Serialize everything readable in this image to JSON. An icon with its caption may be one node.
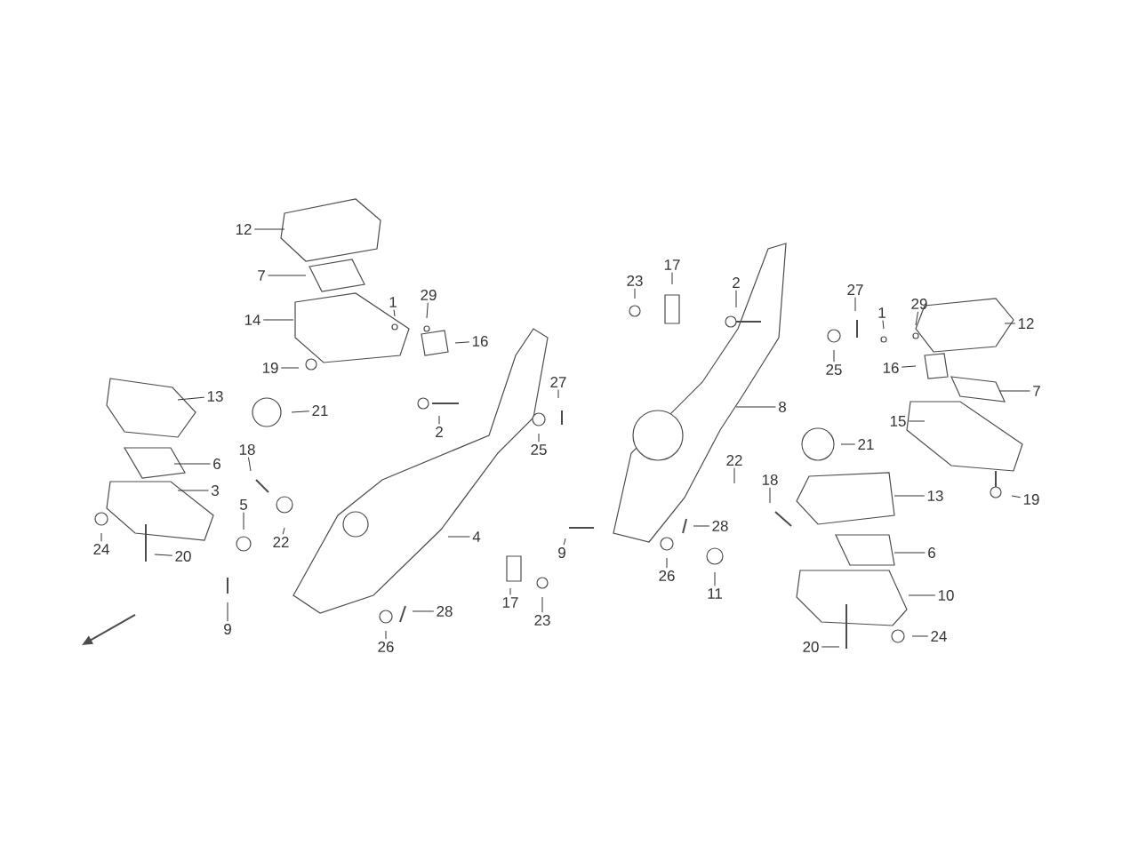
{
  "diagram": {
    "nodes": [
      {
        "text": [
          "12"
        ]
      },
      {
        "text": [
          "7"
        ]
      },
      {
        "text": [
          "14"
        ]
      },
      {
        "text": [
          "1"
        ]
      },
      {
        "text": [
          "29"
        ]
      },
      {
        "text": [
          "16"
        ]
      },
      {
        "text": [
          "19"
        ]
      },
      {
        "text": [
          "13"
        ]
      },
      {
        "text": [
          "21"
        ]
      },
      {
        "text": [
          "2"
        ]
      },
      {
        "text": [
          "27"
        ]
      },
      {
        "text": [
          "25"
        ]
      },
      {
        "text": [
          "6"
        ]
      },
      {
        "text": [
          "18"
        ]
      },
      {
        "text": [
          "3"
        ]
      },
      {
        "text": [
          "5"
        ]
      },
      {
        "text": [
          "22"
        ]
      },
      {
        "text": [
          "4"
        ]
      },
      {
        "text": [
          "24"
        ]
      },
      {
        "text": [
          "20"
        ]
      },
      {
        "text": [
          "9"
        ]
      },
      {
        "text": [
          "17"
        ]
      },
      {
        "text": [
          "23"
        ]
      },
      {
        "text": [
          "9"
        ]
      },
      {
        "text": [
          "28"
        ]
      },
      {
        "text": [
          "26"
        ]
      },
      {
        "text": [
          "23"
        ]
      },
      {
        "text": [
          "17"
        ]
      },
      {
        "text": [
          "2"
        ]
      },
      {
        "text": [
          "27"
        ]
      },
      {
        "text": [
          "25"
        ]
      },
      {
        "text": [
          "1"
        ]
      },
      {
        "text": [
          "29"
        ]
      },
      {
        "text": [
          "12"
        ]
      },
      {
        "text": [
          "16"
        ]
      },
      {
        "text": [
          "7"
        ]
      },
      {
        "text": [
          "8"
        ]
      },
      {
        "text": [
          "15"
        ]
      },
      {
        "text": [
          "21"
        ]
      },
      {
        "text": [
          "22"
        ]
      },
      {
        "text": [
          "18"
        ]
      },
      {
        "text": [
          "13"
        ]
      },
      {
        "text": [
          "19"
        ]
      },
      {
        "text": [
          "28"
        ]
      },
      {
        "text": [
          "6"
        ]
      },
      {
        "text": [
          "26"
        ]
      },
      {
        "text": [
          "10"
        ]
      },
      {
        "text": [
          "11"
        ]
      },
      {
        "text": [
          "24"
        ]
      },
      {
        "text": [
          "20"
        ]
      }
    ],
    "edges": [
      {
        "from": 0,
        "to": null,
        "arrow": "none"
      },
      {
        "from": 1,
        "to": null,
        "arrow": "none"
      },
      {
        "from": 2,
        "to": null,
        "arrow": "none"
      },
      {
        "from": 3,
        "to": null,
        "arrow": "none"
      },
      {
        "from": 4,
        "to": null,
        "arrow": "none"
      },
      {
        "from": 5,
        "to": null,
        "arrow": "none"
      },
      {
        "from": 6,
        "to": null,
        "arrow": "none"
      },
      {
        "from": 7,
        "to": null,
        "arrow": "none"
      },
      {
        "from": 8,
        "to": null,
        "arrow": "none"
      },
      {
        "from": 9,
        "to": null,
        "arrow": "none"
      },
      {
        "from": 10,
        "to": null,
        "arrow": "none"
      },
      {
        "from": 11,
        "to": null,
        "arrow": "none"
      },
      {
        "from": 12,
        "to": null,
        "arrow": "none"
      },
      {
        "from": 13,
        "to": null,
        "arrow": "none"
      },
      {
        "from": 14,
        "to": null,
        "arrow": "none"
      },
      {
        "from": 15,
        "to": null,
        "arrow": "none"
      },
      {
        "from": 16,
        "to": null,
        "arrow": "none"
      },
      {
        "from": 17,
        "to": null,
        "arrow": "none"
      },
      {
        "from": 18,
        "to": null,
        "arrow": "none"
      },
      {
        "from": 19,
        "to": null,
        "arrow": "none"
      },
      {
        "from": 20,
        "to": null,
        "arrow": "none"
      },
      {
        "from": 21,
        "to": null,
        "arrow": "none"
      },
      {
        "from": 22,
        "to": null,
        "arrow": "none"
      },
      {
        "from": 23,
        "to": null,
        "arrow": "none"
      },
      {
        "from": 24,
        "to": null,
        "arrow": "none"
      },
      {
        "from": 25,
        "to": null,
        "arrow": "none"
      },
      {
        "from": 26,
        "to": null,
        "arrow": "none"
      },
      {
        "from": 27,
        "to": null,
        "arrow": "none"
      },
      {
        "from": 28,
        "to": null,
        "arrow": "none"
      },
      {
        "from": 29,
        "to": null,
        "arrow": "none"
      },
      {
        "from": 30,
        "to": null,
        "arrow": "none"
      },
      {
        "from": 31,
        "to": null,
        "arrow": "none"
      },
      {
        "from": 32,
        "to": null,
        "arrow": "none"
      },
      {
        "from": 33,
        "to": null,
        "arrow": "none"
      },
      {
        "from": 34,
        "to": null,
        "arrow": "none"
      },
      {
        "from": 35,
        "to": null,
        "arrow": "none"
      },
      {
        "from": 36,
        "to": null,
        "arrow": "none"
      },
      {
        "from": 37,
        "to": null,
        "arrow": "none"
      },
      {
        "from": 38,
        "to": null,
        "arrow": "none"
      },
      {
        "from": 39,
        "to": null,
        "arrow": "none"
      },
      {
        "from": 40,
        "to": null,
        "arrow": "none"
      },
      {
        "from": 41,
        "to": null,
        "arrow": "none"
      },
      {
        "from": 42,
        "to": null,
        "arrow": "none"
      },
      {
        "from": 43,
        "to": null,
        "arrow": "none"
      },
      {
        "from": 44,
        "to": null,
        "arrow": "none"
      },
      {
        "from": 45,
        "to": null,
        "arrow": "none"
      },
      {
        "from": 46,
        "to": null,
        "arrow": "none"
      },
      {
        "from": 47,
        "to": null,
        "arrow": "none"
      },
      {
        "from": 48,
        "to": null,
        "arrow": "none"
      },
      {
        "from": 49,
        "to": null,
        "arrow": "none"
      }
    ]
  }
}
